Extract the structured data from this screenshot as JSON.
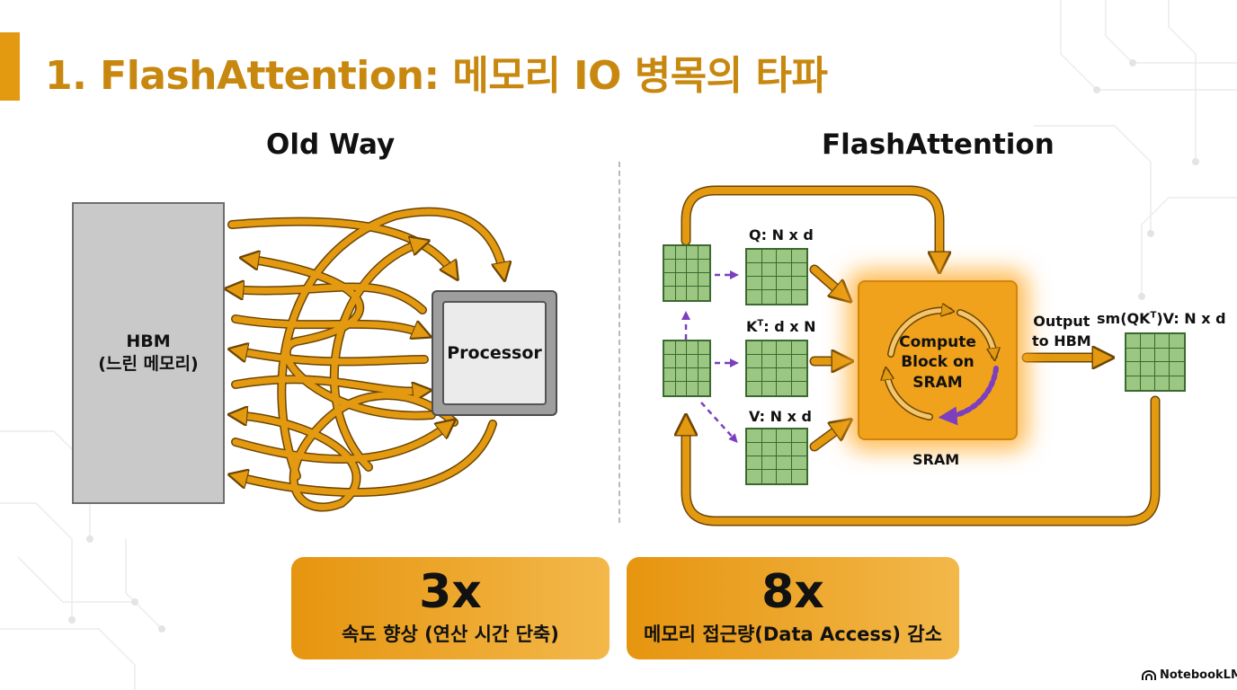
{
  "title": "1. FlashAttention: 메모리 IO 병목의 타파",
  "old_way": {
    "label": "Old Way",
    "hbm_label": "HBM\n(느린 메모리)",
    "processor_label": "Processor"
  },
  "flash": {
    "label": "FlashAttention",
    "q_label": "Q: N x d",
    "k_label_base": "K",
    "k_label_sup": "T",
    "k_label_rest": ": d x N",
    "v_label": "V: N x d",
    "sram_text": "Compute\nBlock on\nSRAM",
    "sram_caption": "SRAM",
    "output_label": "Output\nto HBM",
    "result_label_pre": "sm(QK",
    "result_label_sup": "T",
    "result_label_post": ")V: N x d"
  },
  "stats": [
    {
      "value": "3x",
      "desc": "속도 향상 (연산 시간 단축)"
    },
    {
      "value": "8x",
      "desc": "메모리 접근량(Data Access) 감소"
    }
  ],
  "brand": "NotebookLM",
  "icons": {
    "brand": "notebooklm-logo-icon"
  },
  "colors": {
    "accent": "#e39a10",
    "title": "#c8880f",
    "arrow": "#e39a10",
    "arrow_outline": "#6b4505",
    "grid_fill": "#9bc782",
    "sram": "#f0a21c",
    "dashed_arrow": "#7b3fbf",
    "stat_start": "#e6950f",
    "stat_end": "#f3b84a"
  }
}
